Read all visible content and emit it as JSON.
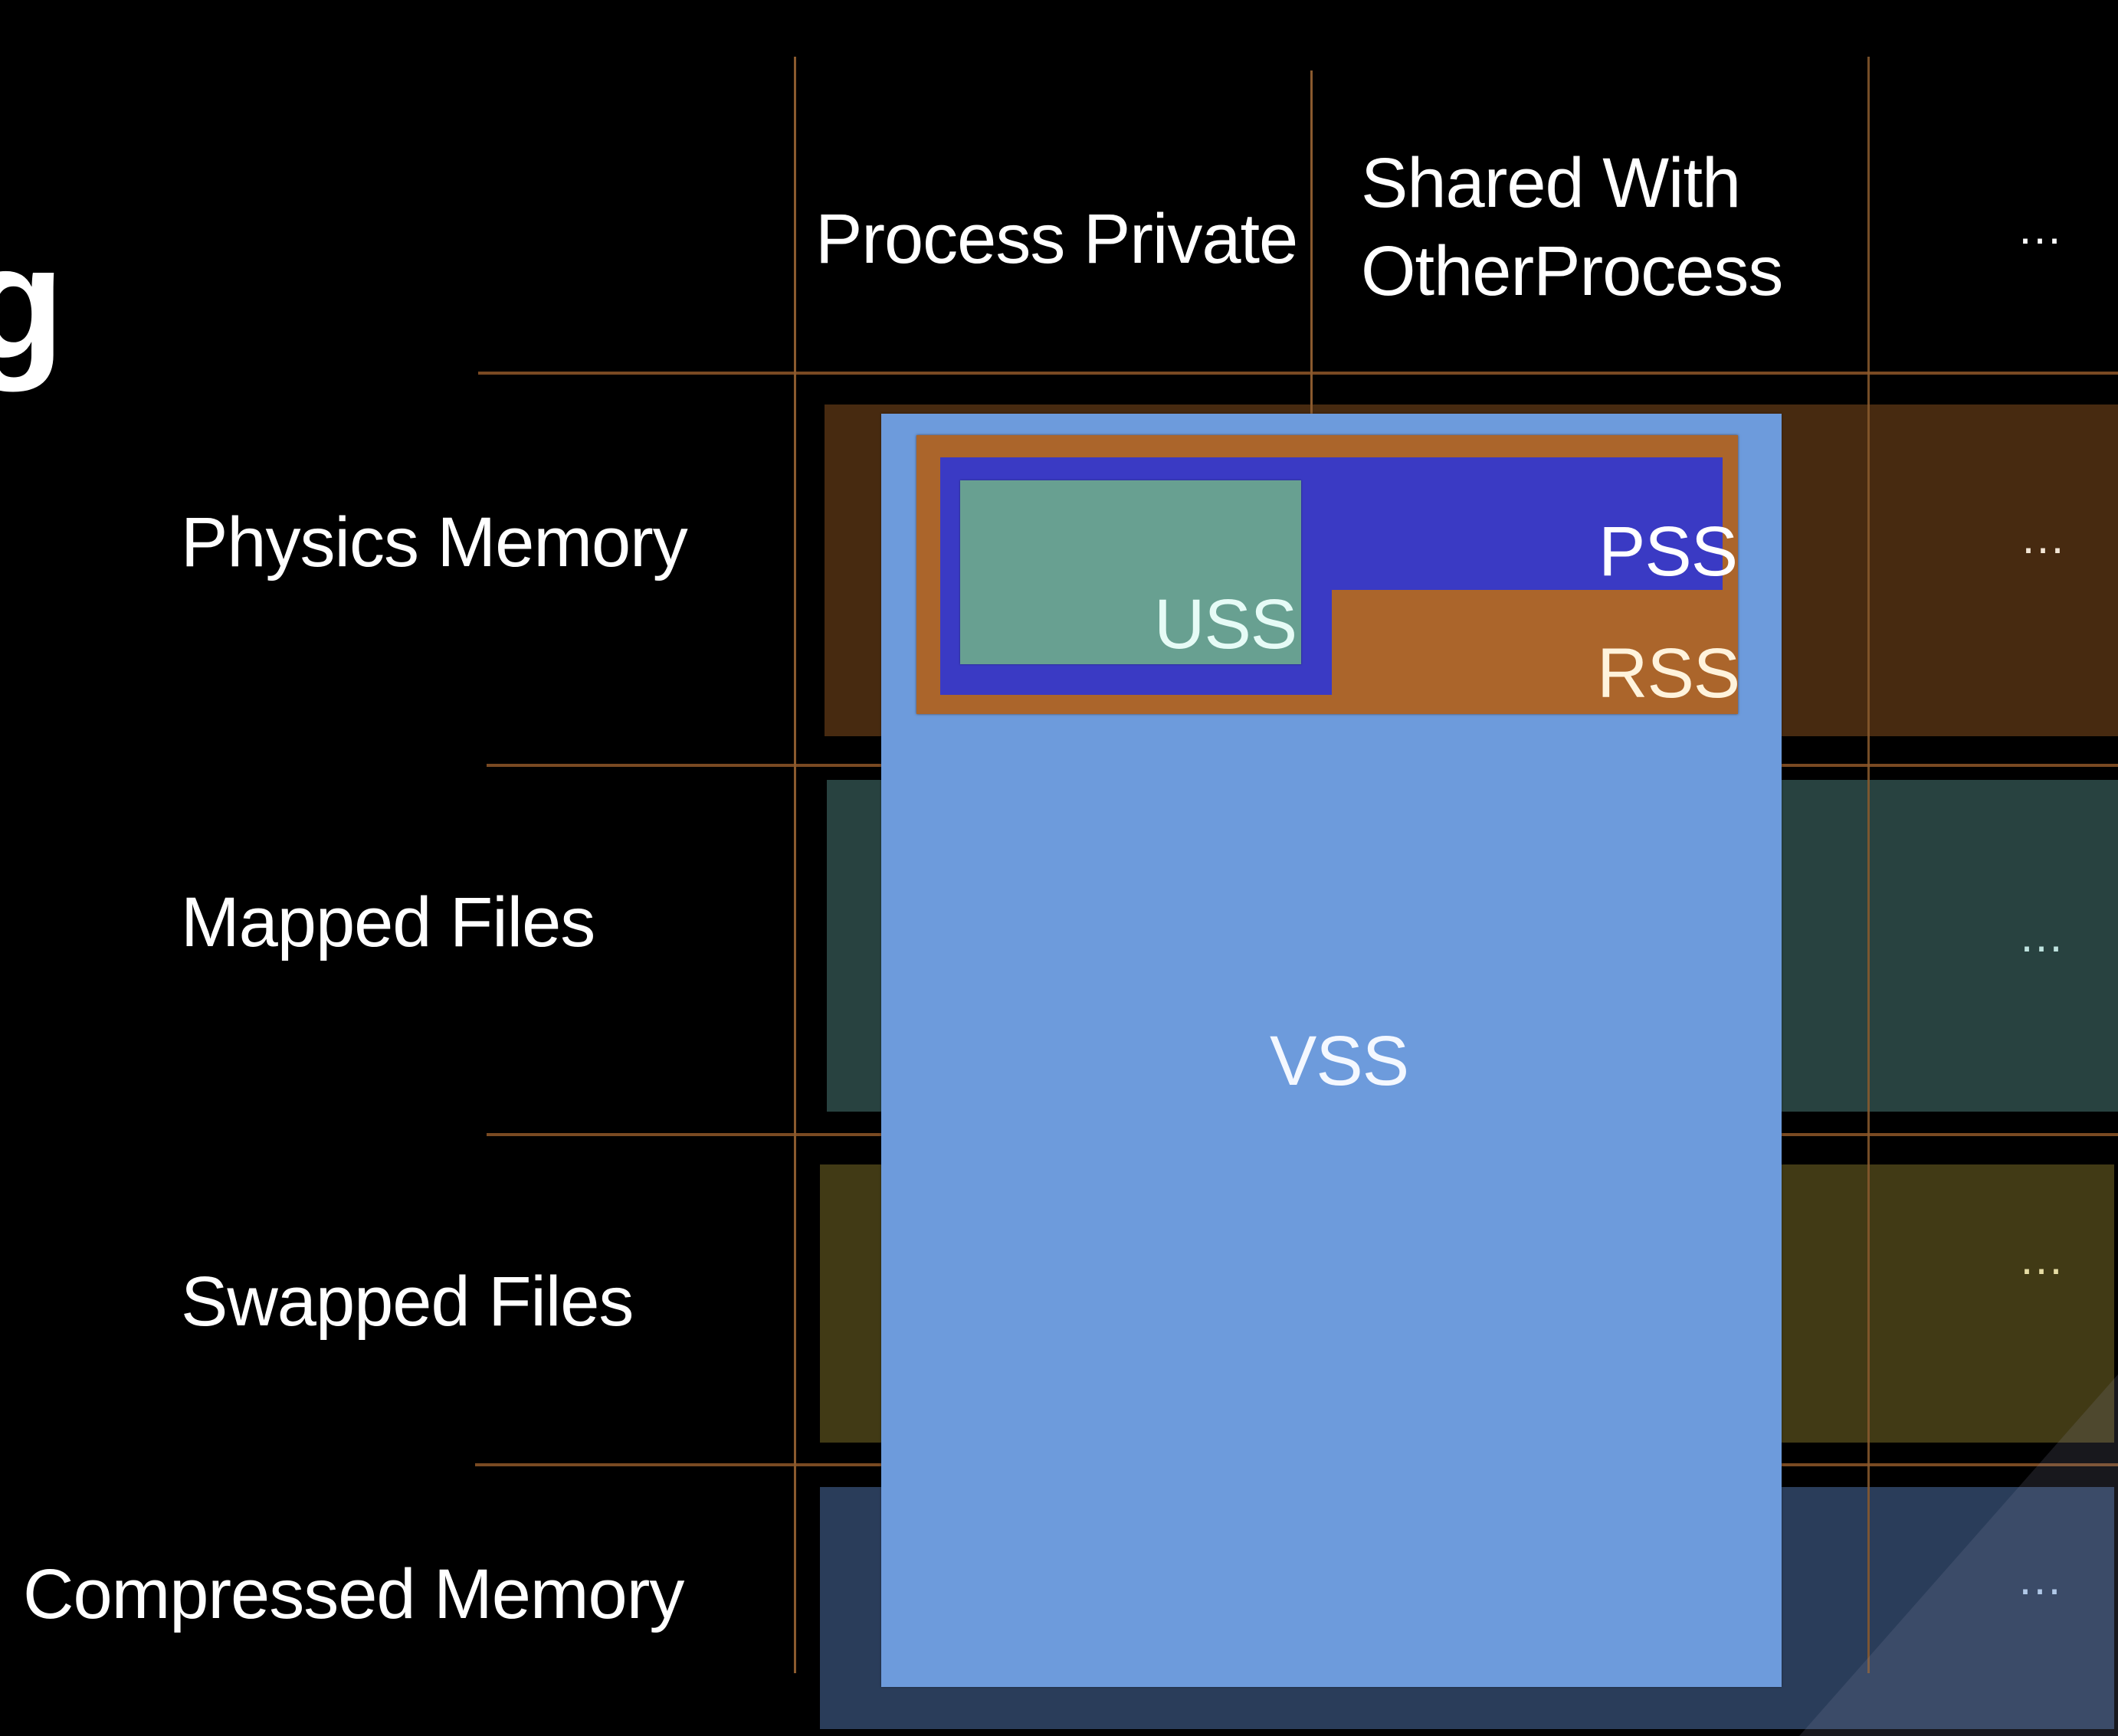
{
  "slide": {
    "clipped_title_glyph": "g",
    "columns": [
      {
        "id": "process-private",
        "label": "Process Private"
      },
      {
        "id": "shared",
        "label_line1": "Shared With",
        "label_line2": "OtherProcess"
      },
      {
        "id": "more",
        "label": "…"
      }
    ],
    "rows": [
      {
        "id": "physics-memory",
        "label": "Physics Memory",
        "more": "…",
        "color": "#472a10",
        "dots_color": "#f3e6d6"
      },
      {
        "id": "mapped-files",
        "label": "Mapped Files",
        "more": "…",
        "color": "#284240",
        "dots_color": "#bfe3df"
      },
      {
        "id": "swapped-files",
        "label": "Swapped Files",
        "more": "…",
        "color": "#413a15",
        "dots_color": "#e6dca4"
      },
      {
        "id": "compressed-memory",
        "label": "Compressed Memory",
        "more": "…",
        "color": "#2a3d5a",
        "dots_color": "#b7d3f2"
      }
    ],
    "regions": {
      "vss": {
        "label": "VSS",
        "color": "#6d9bdc"
      },
      "rss": {
        "label": "RSS",
        "color": "#ab652b"
      },
      "pss": {
        "label": "PSS",
        "color": "#3a3ac4"
      },
      "uss": {
        "label": "USS",
        "color": "#68a091"
      }
    },
    "grid_line_color": "#8a5a2e"
  }
}
